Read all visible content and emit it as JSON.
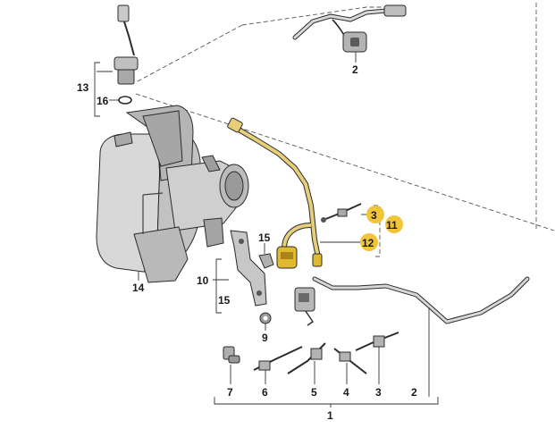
{
  "colors": {
    "highlight": "#f2c43a",
    "metal_light": "#e4e4e4",
    "metal_mid": "#c4c4c4",
    "metal_dark": "#8e8e8e",
    "pipe_yellow": "#e7cf7a",
    "outline": "#2b2b2b"
  },
  "labels": {
    "n1": "1",
    "n2_top": "2",
    "n2_bottom": "2",
    "n3_bottom": "3",
    "n3_highlight": "3",
    "n4": "4",
    "n5": "5",
    "n6": "6",
    "n7": "7",
    "n9": "9",
    "n10": "10",
    "n11": "11",
    "n12": "12",
    "n13": "13",
    "n14": "14",
    "n15_a": "15",
    "n15_b": "15",
    "n16": "16"
  }
}
